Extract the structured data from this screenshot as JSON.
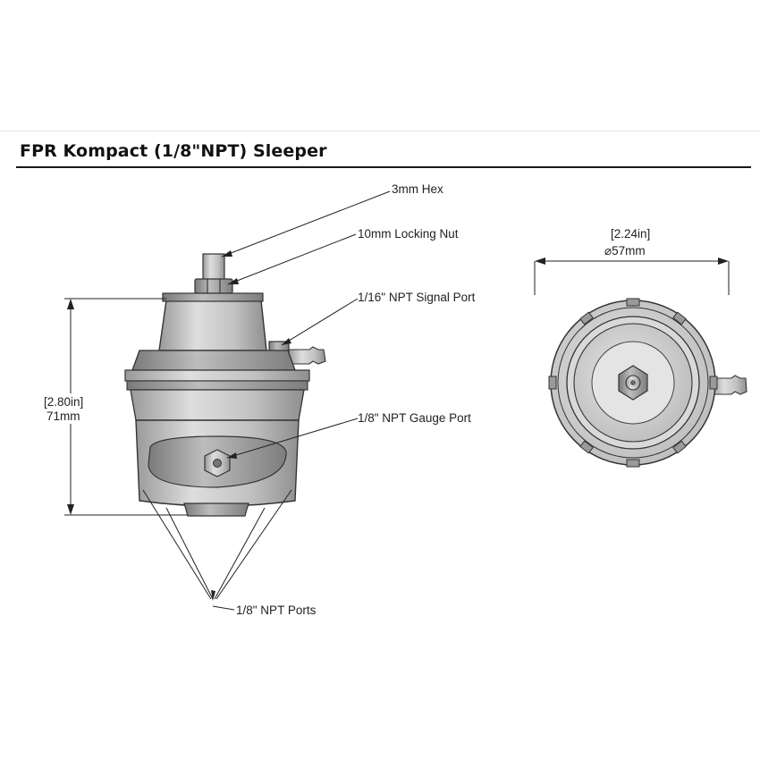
{
  "title": "FPR Kompact (1/8\"NPT) Sleeper",
  "labels": {
    "hex": "3mm Hex",
    "locking_nut": "10mm Locking Nut",
    "signal_port": "1/16\" NPT Signal Port",
    "gauge_port": "1/8\" NPT Gauge Port",
    "npt_ports": "1/8\" NPT Ports"
  },
  "dimensions": {
    "height_in": "[2.80in]",
    "height_mm": "71mm",
    "diameter_in": "[2.24in]",
    "diameter_mm": "⌀57mm"
  },
  "colors": {
    "body": "#cfcfcf",
    "line": "#222222"
  }
}
